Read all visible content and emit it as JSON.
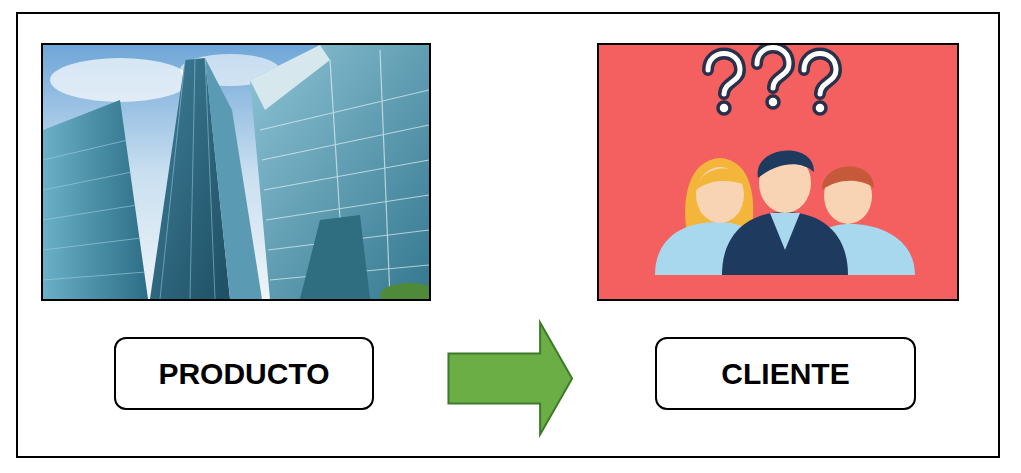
{
  "diagram": {
    "nodes": [
      {
        "text": [
          "PRODUCTO"
        ]
      },
      {
        "text": [
          "CLIENTE"
        ]
      }
    ],
    "edges": [
      {
        "from": 0,
        "to": 1,
        "arrow": "to"
      }
    ]
  }
}
